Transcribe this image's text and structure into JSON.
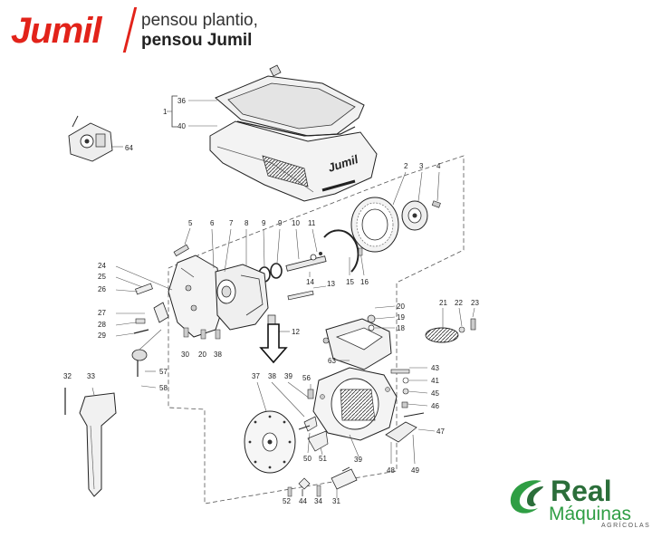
{
  "header": {
    "logo_text": "Jumil",
    "tagline_line1": "pensou plantio,",
    "tagline_line2": "pensou Jumil"
  },
  "hood": {
    "brand_text": "Jumil"
  },
  "dealer": {
    "name": "Real",
    "subtitle": "Máquinas",
    "subtitle2": "AGRÍCOLAS"
  },
  "callouts": {
    "p1": "1",
    "p2": "2",
    "p3": "3",
    "p4": "4",
    "p5": "5",
    "p6": "6",
    "p7": "7",
    "p8": "8",
    "p9a": "9",
    "p9b": "9",
    "p10": "10",
    "p11": "11",
    "p12": "12",
    "p13": "13",
    "p14": "14",
    "p15": "15",
    "p16": "16",
    "p18": "18",
    "p19": "19",
    "p20a": "20",
    "p20b": "20",
    "p21": "21",
    "p22": "22",
    "p23": "23",
    "p24": "24",
    "p25": "25",
    "p26": "26",
    "p27": "27",
    "p28": "28",
    "p29": "29",
    "p30": "30",
    "p31": "31",
    "p32": "32",
    "p33": "33",
    "p34": "34",
    "p36": "36",
    "p37": "37",
    "p38a": "38",
    "p38b": "38",
    "p39a": "39",
    "p39b": "39",
    "p40": "40",
    "p41": "41",
    "p43": "43",
    "p44": "44",
    "p45": "45",
    "p46": "46",
    "p47": "47",
    "p48": "48",
    "p49": "49",
    "p50": "50",
    "p51": "51",
    "p52": "52",
    "p56": "56",
    "p57": "57",
    "p58": "58",
    "p63": "63",
    "p64": "64"
  },
  "colors": {
    "brand_red": "#e2231a",
    "dealer_green": "#2f9e44",
    "line": "#555555"
  }
}
